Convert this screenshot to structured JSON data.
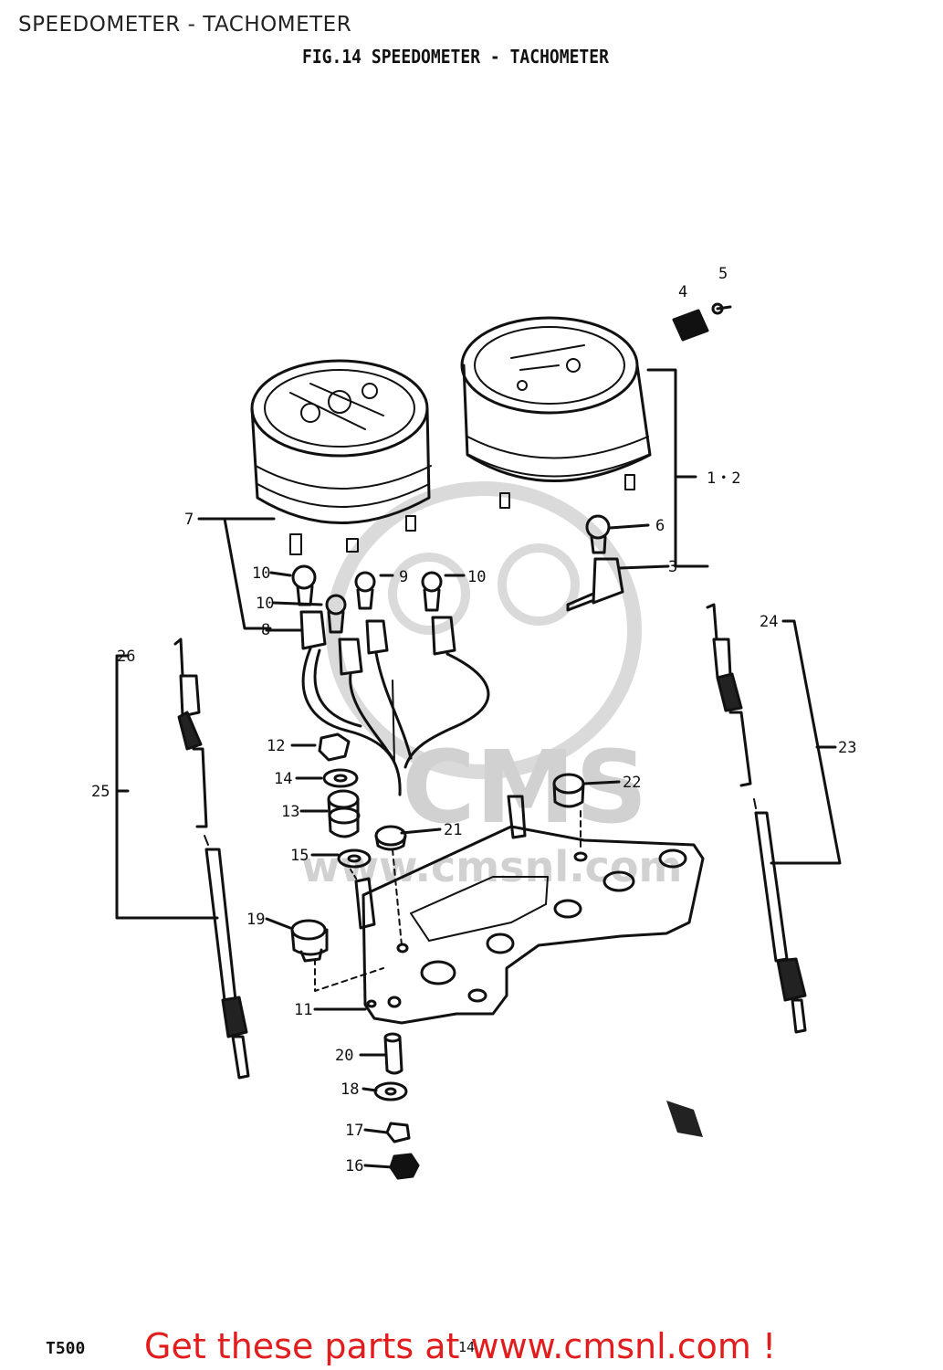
{
  "page_title": "SPEEDOMETER - TACHOMETER",
  "figure_title": "FIG.14  SPEEDOMETER - TACHOMETER",
  "model_code": "T500",
  "page_number": "14",
  "cta_text": "Get these parts at www.cmsnl.com !",
  "watermark": {
    "logo_text": "CMS",
    "site_text": "www.cmsnl.com"
  },
  "callouts": {
    "c1_2": "1・2",
    "c3": "3",
    "c4": "4",
    "c5": "5",
    "c6": "6",
    "c7": "7",
    "c8": "8",
    "c9": "9",
    "c10a": "10",
    "c10b": "10",
    "c10c": "10",
    "c11": "11",
    "c12": "12",
    "c13": "13",
    "c14": "14",
    "c15": "15",
    "c16": "16",
    "c17": "17",
    "c18": "18",
    "c19": "19",
    "c20": "20",
    "c21": "21",
    "c22": "22",
    "c23": "23",
    "c24": "24",
    "c25": "25",
    "c26": "26"
  },
  "colors": {
    "cta": "#e11d1d",
    "line": "#111111",
    "watermark": "#c9c9c9"
  }
}
